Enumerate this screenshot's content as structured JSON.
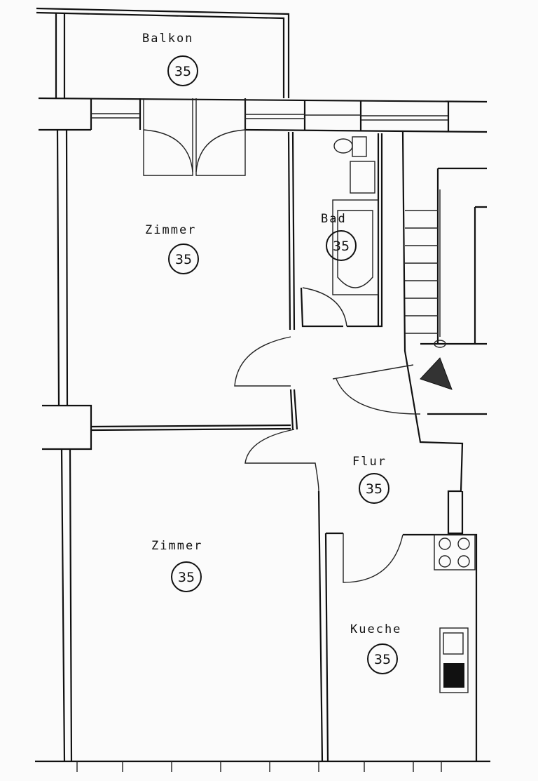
{
  "rooms": [
    {
      "name": "Balkon",
      "number": "35"
    },
    {
      "name": "Zimmer",
      "number": "35"
    },
    {
      "name": "Bad",
      "number": "35"
    },
    {
      "name": "Flur",
      "number": "35"
    },
    {
      "name": "Zimmer",
      "number": "35"
    },
    {
      "name": "Kueche",
      "number": "35"
    }
  ]
}
